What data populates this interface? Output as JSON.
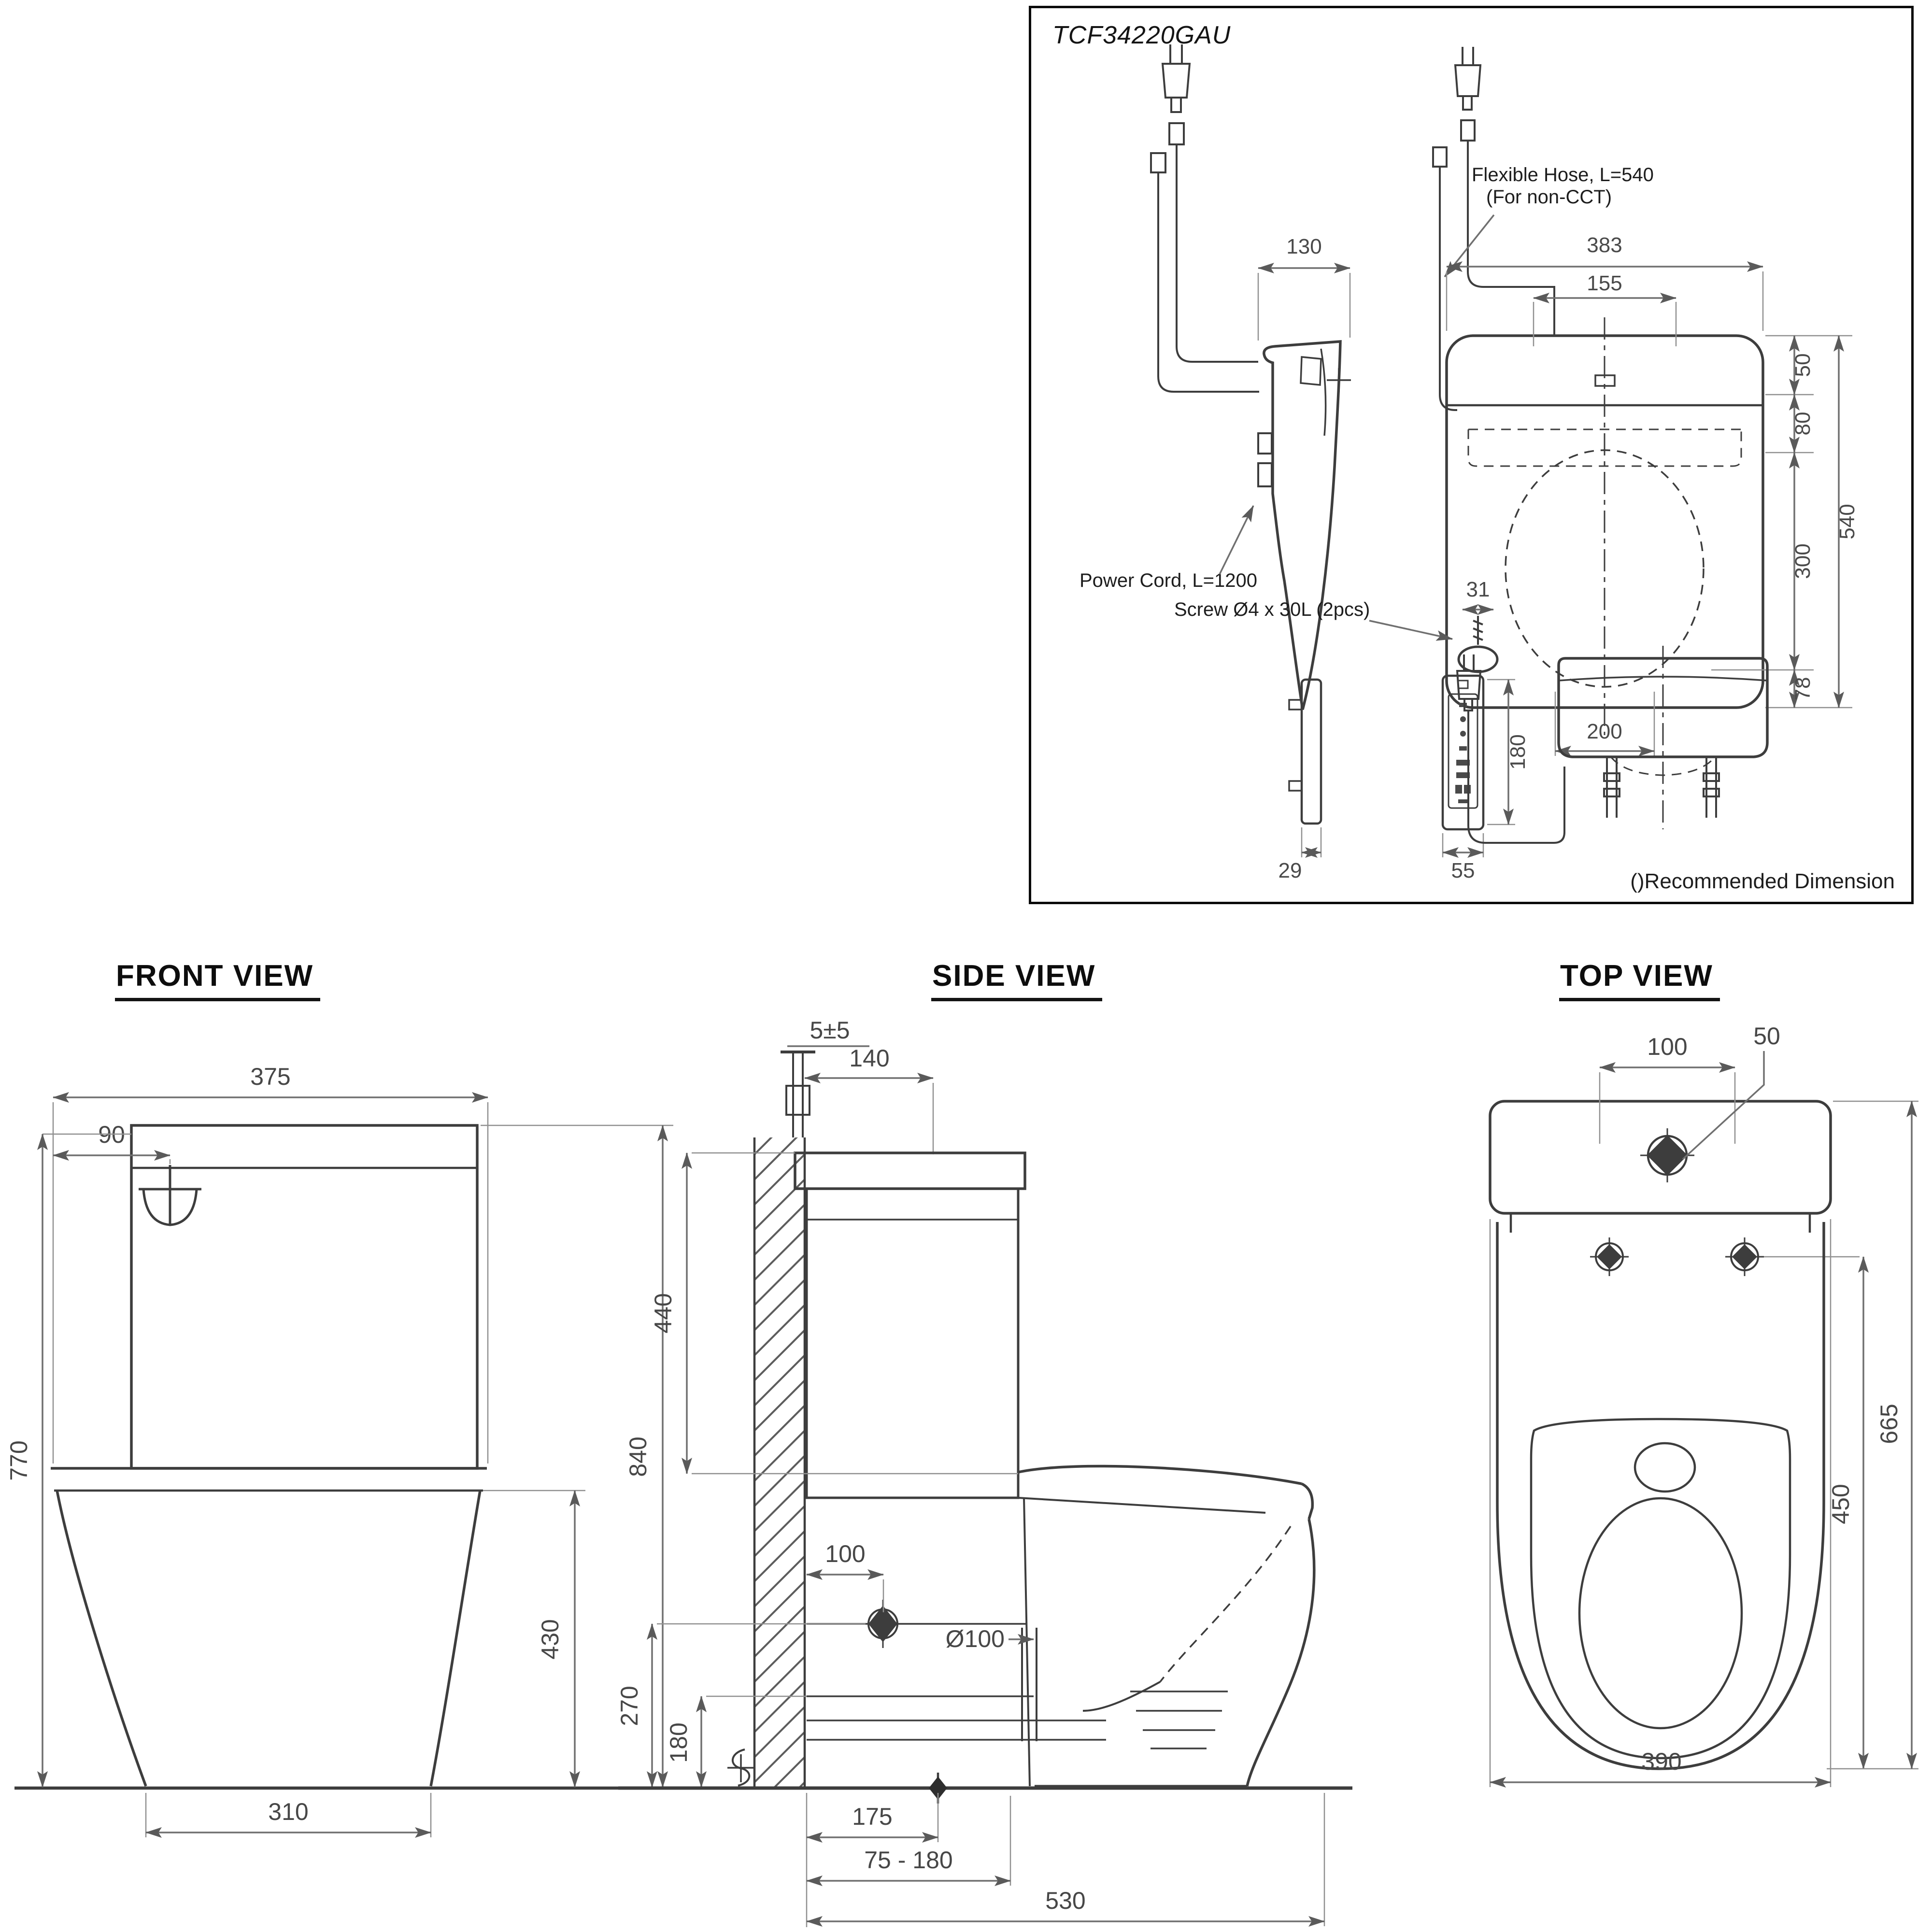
{
  "product_box": {
    "code": "TCF34220GAU",
    "labels": {
      "flexible_hose": "Flexible Hose, L=540",
      "flexible_hose2": "(For non-CCT)",
      "power_cord": "Power Cord, L=1200",
      "screw": "Screw Ø4 x 30L (2pcs)",
      "recommended": "()Recommended Dimension"
    },
    "dims": {
      "side_width": "130",
      "top_width": "383",
      "lid_width": "155",
      "lid_depth": "50",
      "hinge_depth": "80",
      "opening_length": "300",
      "total_depth": "540",
      "front_depth": "78",
      "opening_width": "200",
      "screw_width": "31",
      "remote_height": "180",
      "remote_side_width": "29",
      "remote_front_width": "55"
    }
  },
  "front_view": {
    "title": "FRONT VIEW",
    "dims": {
      "top_width": "375",
      "button_offset": "90",
      "left_height": "770",
      "total_height": "840",
      "pan_height": "430",
      "base_width": "310"
    }
  },
  "side_view": {
    "title": "SIDE VIEW",
    "dims": {
      "wall_gap": "5±5",
      "cistern_depth": "140",
      "cistern_height": "440",
      "inlet_offset": "100",
      "drain_dia": "Ø100",
      "inlet_height": "270",
      "trap_height": "180",
      "trap_offset": "175",
      "setout_range": "75 - 180",
      "total_depth": "530"
    }
  },
  "top_view": {
    "title": "TOP VIEW",
    "dims": {
      "inlet_offset": "100",
      "inlet_side": "50",
      "total_depth": "665",
      "seat_depth": "450",
      "width": "390"
    }
  }
}
